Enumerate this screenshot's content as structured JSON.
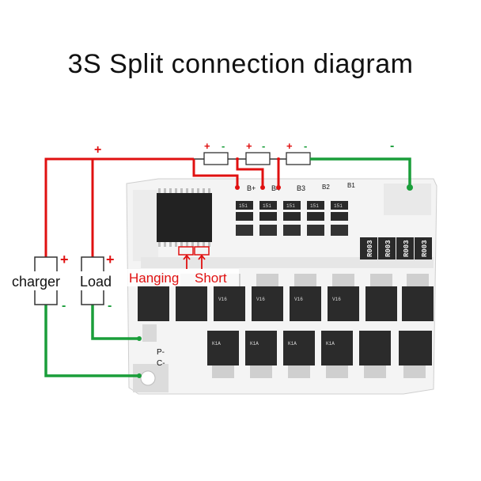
{
  "title": "3S Split connection diagram",
  "labels": {
    "charger": "charger",
    "load": "Load",
    "hanging": "Hanging",
    "short": "Short",
    "plus": "+",
    "minus": "-",
    "b_plus": "B+",
    "b4": "B4",
    "b3": "B3",
    "b2": "B2",
    "b1": "B1",
    "p_minus": "P-",
    "c_minus": "C-",
    "res_code": "R003",
    "small_res_code": "151",
    "mosfet_code_top": "V16",
    "mosfet_code_bottom": "K1A"
  },
  "colors": {
    "positive_wire": "#e01010",
    "negative_wire": "#1a9e3a",
    "board": "#f4f4f4",
    "mosfet": "#2b2b2b"
  }
}
